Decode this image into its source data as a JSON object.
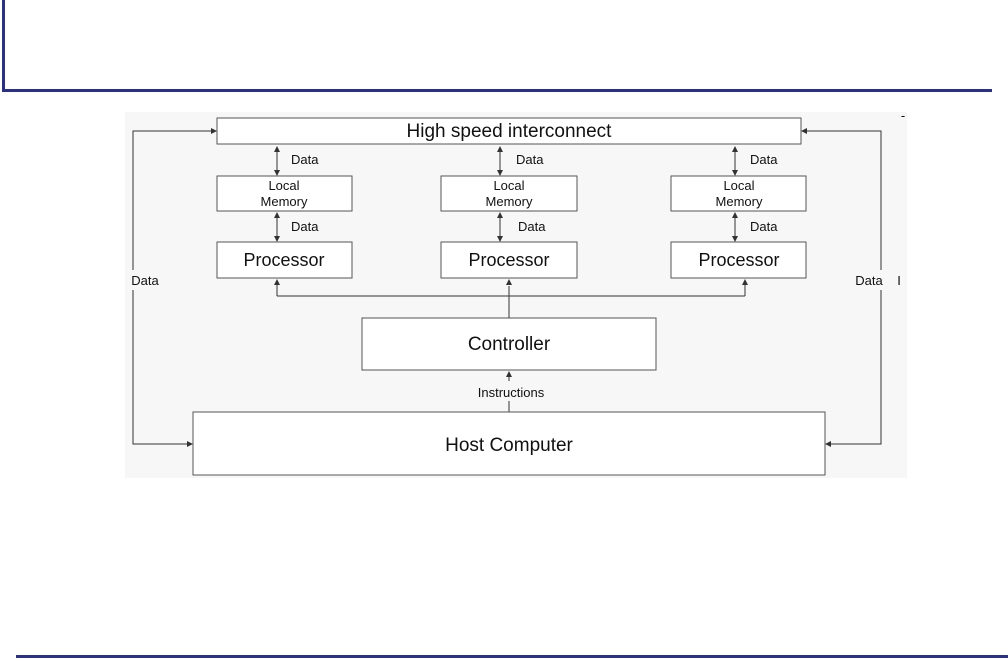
{
  "colors": {
    "accent_bar": "#2b2f8c",
    "panel_background": "#f7f7f7",
    "box_border": "#555555",
    "line": "#333333"
  },
  "diagram": {
    "interconnect": "High speed interconnect",
    "memory_label_line1": "Local",
    "memory_label_line2": "Memory",
    "processor": "Processor",
    "controller": "Controller",
    "host": "Host Computer",
    "data_label": "Data",
    "instructions_label": "Instructions",
    "side_left_label": "Data",
    "side_right_label": "Data",
    "stray_mark_right": "I",
    "stray_mark_corner": "-"
  }
}
